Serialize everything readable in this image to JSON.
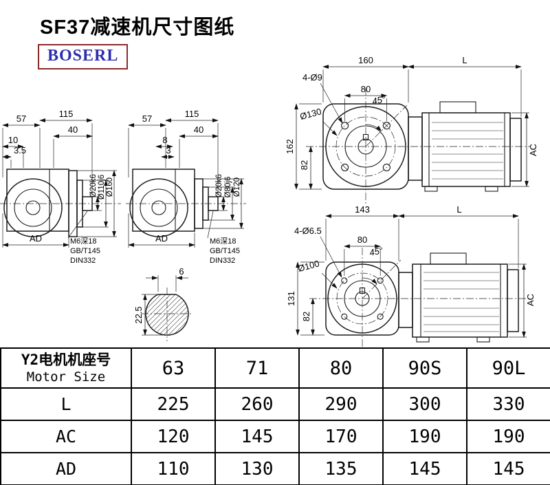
{
  "page": {
    "title": "SF37减速机尺寸图纸",
    "brand": "BOSERL"
  },
  "view1": {
    "len_a": "57",
    "len_b": "115",
    "len_c": "40",
    "len_d": "10",
    "len_e": "3.5",
    "dia_shaft": "Ø20k6",
    "dia_spigot": "Ø110j6",
    "dia_flange": "Ø160",
    "width": "AD",
    "note_l1": "M6深18",
    "note_l2": "GB/T145",
    "note_l3": "DIN332"
  },
  "view2": {
    "len_a": "57",
    "len_b": "115",
    "len_c": "40",
    "len_d": "8",
    "len_e": "3",
    "dia_shaft": "Ø20k6",
    "dia_spigot": "Ø80j6",
    "dia_flange": "Ø120",
    "width": "AD",
    "note_l1": "M6深18",
    "note_l2": "GB/T145",
    "note_l3": "DIN332"
  },
  "view3": {
    "flange_w": "160",
    "motor_len": "L",
    "holes": "4-Ø9",
    "hole_span": "80",
    "angle": "45°",
    "bolt_circle": "Ø130",
    "flange_h": "162",
    "half_h": "82",
    "motor_h": "AC"
  },
  "view4": {
    "flange_w": "143",
    "motor_len": "L",
    "holes": "4-Ø6.5",
    "hole_span": "80",
    "angle": "45°",
    "bolt_circle": "Ø100",
    "flange_h": "131",
    "half_h": "82",
    "motor_h": "AC"
  },
  "section": {
    "key_width": "6",
    "key_depth": "22.5"
  },
  "table": {
    "header_cn": "Y2电机机座号",
    "header_en": "Motor Size",
    "sizes": [
      "63",
      "71",
      "80",
      "90S",
      "90L"
    ],
    "rows": [
      {
        "label": "L",
        "values": [
          "225",
          "260",
          "290",
          "300",
          "330"
        ]
      },
      {
        "label": "AC",
        "values": [
          "120",
          "145",
          "170",
          "190",
          "190"
        ]
      },
      {
        "label": "AD",
        "values": [
          "110",
          "130",
          "135",
          "145",
          "145"
        ]
      }
    ]
  }
}
